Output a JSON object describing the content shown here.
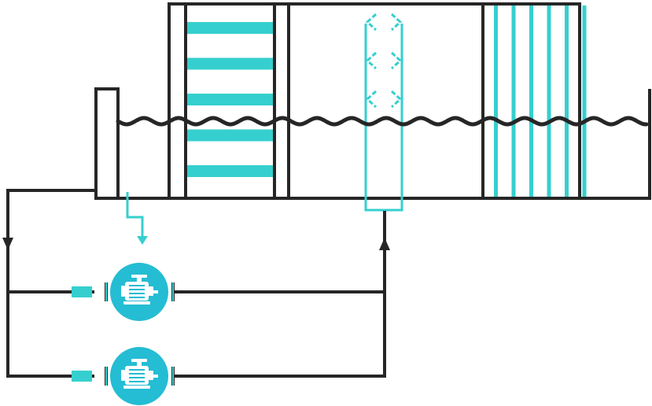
{
  "colors": {
    "line": "#262626",
    "accent": "#36cfcf",
    "pump": "#24bdd3",
    "background": "#ffffff"
  },
  "components": {
    "tank": {
      "name": "water-tank"
    },
    "water_surface": {
      "name": "water-surface-wave"
    },
    "horizontal_plate_pack": {
      "name": "horizontal-plate-pack",
      "plate_count": 5
    },
    "aeration_column": {
      "name": "aeration-column",
      "chevron_count": 3
    },
    "vertical_plate_pack": {
      "name": "vertical-plate-pack",
      "plate_count": 6
    },
    "pumps": [
      {
        "name": "pump-upper",
        "icon": "motor-icon"
      },
      {
        "name": "pump-lower",
        "icon": "motor-icon"
      }
    ],
    "flow_arrows": [
      "flow-arrow-down-left",
      "flow-arrow-up-return",
      "flow-arrow-inlet"
    ]
  }
}
